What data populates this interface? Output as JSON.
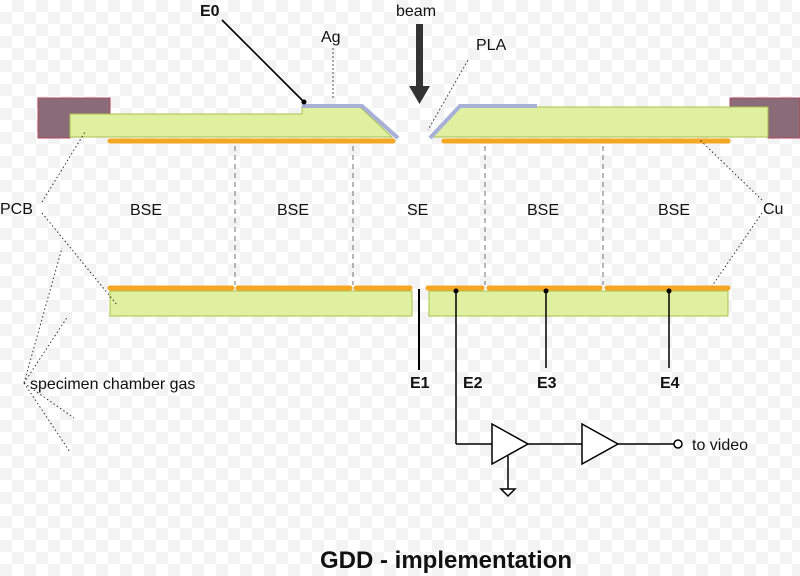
{
  "labels": {
    "e0": "E0",
    "beam": "beam",
    "ag": "Ag",
    "pla": "PLA",
    "pcb": "PCB",
    "cu": "Cu",
    "bse1": "BSE",
    "bse2": "BSE",
    "se": "SE",
    "bse3": "BSE",
    "bse4": "BSE",
    "gas": "specimen chamber gas",
    "e1": "E1",
    "e2": "E2",
    "e3": "E3",
    "e4": "E4",
    "video": "to video"
  },
  "title": "GDD - implementation",
  "colors": {
    "pcb": "#dff0a0",
    "pcb_stroke": "#a9c24a",
    "electrode": "#f5a623",
    "silver": "#a7b0d6",
    "frame": "#8a6b78",
    "line": "#000000",
    "dashed": "#888888"
  }
}
